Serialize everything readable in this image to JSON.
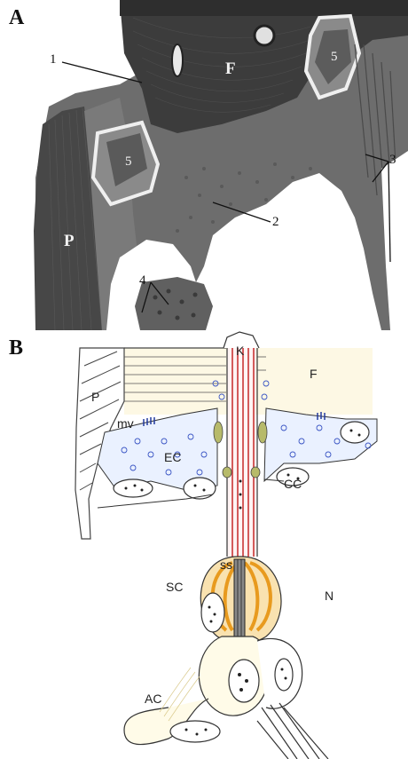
{
  "figure": {
    "panel_a": {
      "letter": "A",
      "labels": {
        "F": "F",
        "P": "P",
        "n1": "1",
        "n2": "2",
        "n3": "3",
        "n4": "4",
        "n5_left": "5",
        "n5_right": "5"
      }
    },
    "panel_b": {
      "letter": "B",
      "labels": {
        "K": "K",
        "F": "F",
        "P": "P",
        "mv": "mv",
        "EC": "EC",
        "CC": "CC",
        "ss": "ss",
        "SC": "SC",
        "N": "N",
        "AC": "AC"
      }
    }
  }
}
